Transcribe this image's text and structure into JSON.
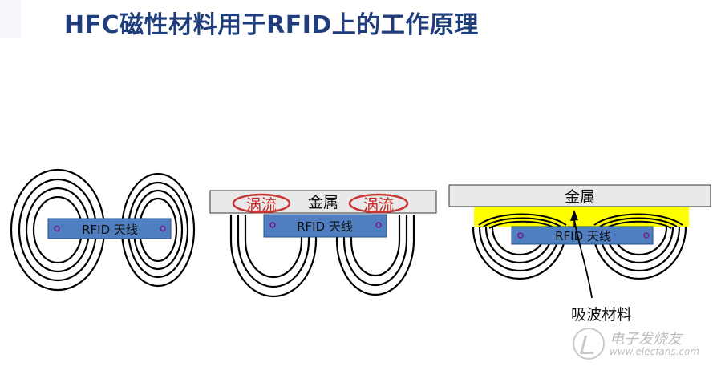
{
  "title": "HFC磁性材料用于RFID上的工作原理",
  "diagram": {
    "panel1": {
      "antenna_label": "RFID 天线"
    },
    "panel2": {
      "antenna_label": "RFID 天线",
      "metal_label": "金属",
      "eddy_left": "涡流",
      "eddy_right": "涡流"
    },
    "panel3": {
      "antenna_label": "RFID 天线",
      "metal_label": "金属",
      "absorber_label": "吸波材料"
    }
  },
  "watermark": {
    "cn": "电子发烧友",
    "url": "www.elecfans.com"
  },
  "colors": {
    "title": "#1f3d7a",
    "antenna_fill": "#4f7fc0",
    "antenna_border": "#2a4f8a",
    "metal_fill": "#e9e9e9",
    "eddy": "#cc3333",
    "absorber": "#ffff00",
    "field": "#000000"
  }
}
